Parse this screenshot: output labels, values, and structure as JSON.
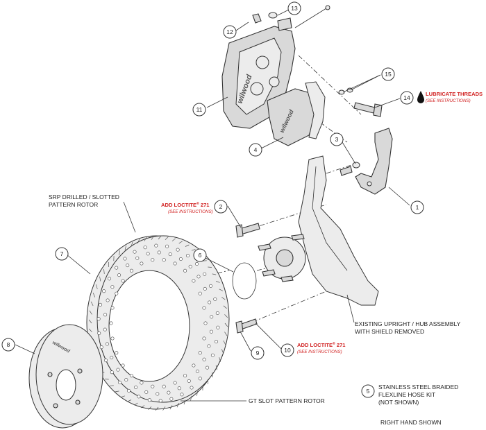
{
  "callouts": {
    "c1": "1",
    "c2": "2",
    "c3": "3",
    "c4": "4",
    "c5": "5",
    "c6": "6",
    "c7": "7",
    "c8": "8",
    "c9": "9",
    "c10": "10",
    "c11": "11",
    "c12": "12",
    "c13": "13",
    "c14": "14",
    "c15": "15"
  },
  "notes": {
    "lubricate": "LUBRICATE THREADS",
    "lubricate_sub": "(SEE INSTRUCTIONS)",
    "loctite_a": "ADD LOCTITE",
    "loctite_a_reg": "®",
    "loctite_a_num": " 271",
    "loctite_a_sub": "(SEE INSTRUCTIONS)",
    "loctite_b": "ADD LOCTITE",
    "loctite_b_reg": "®",
    "loctite_b_num": " 271",
    "loctite_b_sub": "(SEE INSTRUCTIONS)",
    "srp_line1": "SRP DRILLED / SLOTTED",
    "srp_line2": "PATTERN ROTOR",
    "upright_line1": "EXISTING UPRIGHT / HUB ASSEMBLY",
    "upright_line2": "WITH SHIELD REMOVED",
    "gt_slot": "GT SLOT PATTERN ROTOR",
    "hose_line1": "STAINLESS STEEL BRAIDED",
    "hose_line2": "FLEXLINE HOSE KIT",
    "hose_line3": "(NOT SHOWN)",
    "hand": "RIGHT HAND SHOWN"
  },
  "branding": {
    "caliper_logo": "wilwood",
    "pad_logo": "wilwood",
    "hat_logo": "wilwood"
  }
}
